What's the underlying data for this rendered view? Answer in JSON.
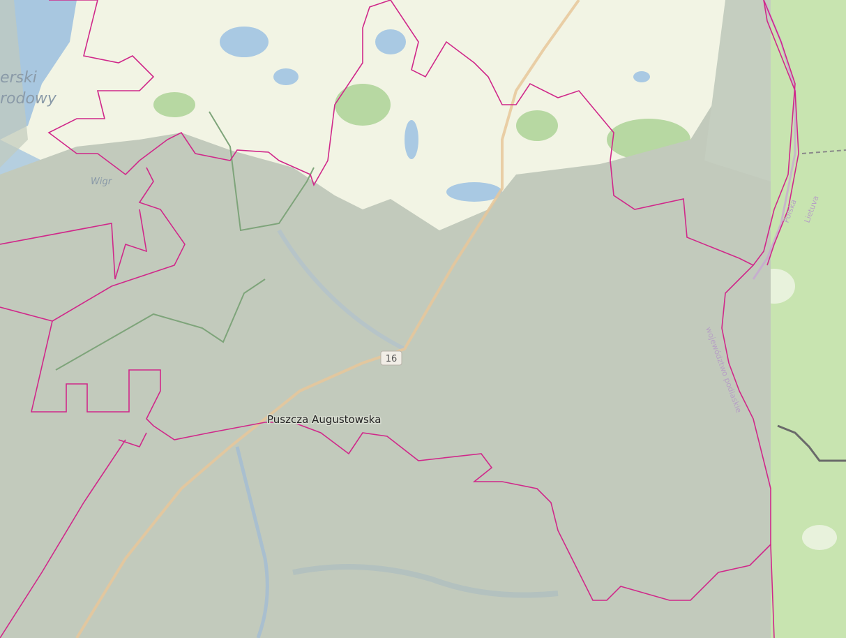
{
  "map": {
    "labels": {
      "forest_name": "Puszcza Augustowska",
      "park_name_line1": "erski",
      "park_name_line2": "rodowy",
      "lake_name": "Wigr",
      "road_number": "16",
      "country_border_label": "Polska",
      "neighbor_country_label": "Lietuva",
      "voivodeship_label": "województwo podlaskie"
    },
    "colors": {
      "forest_overlay": "#c3cbbd",
      "farmland": "#f4f5e3",
      "water": "#a9c9e3",
      "forest_green": "#b3d6a0",
      "boundary": "#d0288a",
      "road": "#f0b870",
      "national_border": "#6a6a6a"
    }
  }
}
